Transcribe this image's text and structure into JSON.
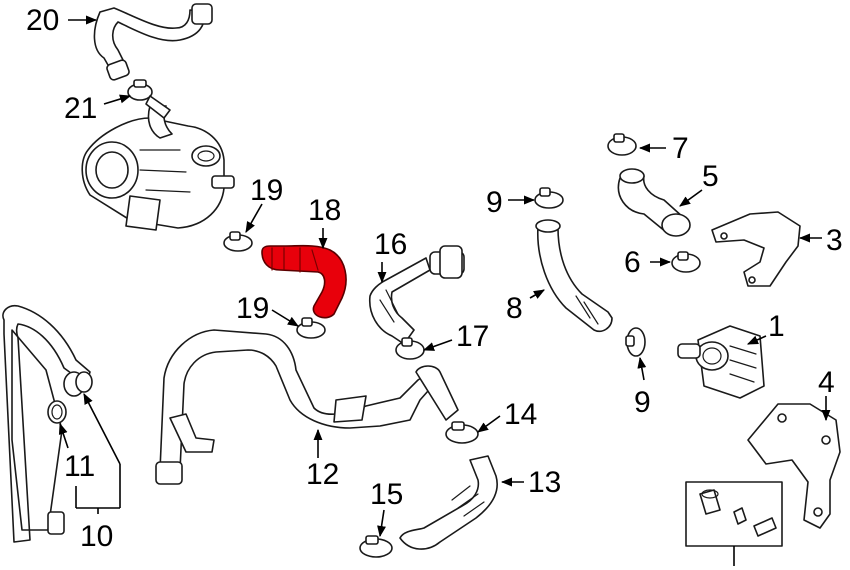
{
  "highlight_color": "#e8000b",
  "highlighted_part": "18",
  "callouts": {
    "c1": "1",
    "c3": "3",
    "c4": "4",
    "c5": "5",
    "c6": "6",
    "c7": "7",
    "c8": "8",
    "c9a": "9",
    "c9b": "9",
    "c10": "10",
    "c11": "11",
    "c12": "12",
    "c13": "13",
    "c14": "14",
    "c15": "15",
    "c16": "16",
    "c17": "17",
    "c18": "18",
    "c19a": "19",
    "c19b": "19",
    "c20": "20",
    "c21": "21"
  }
}
